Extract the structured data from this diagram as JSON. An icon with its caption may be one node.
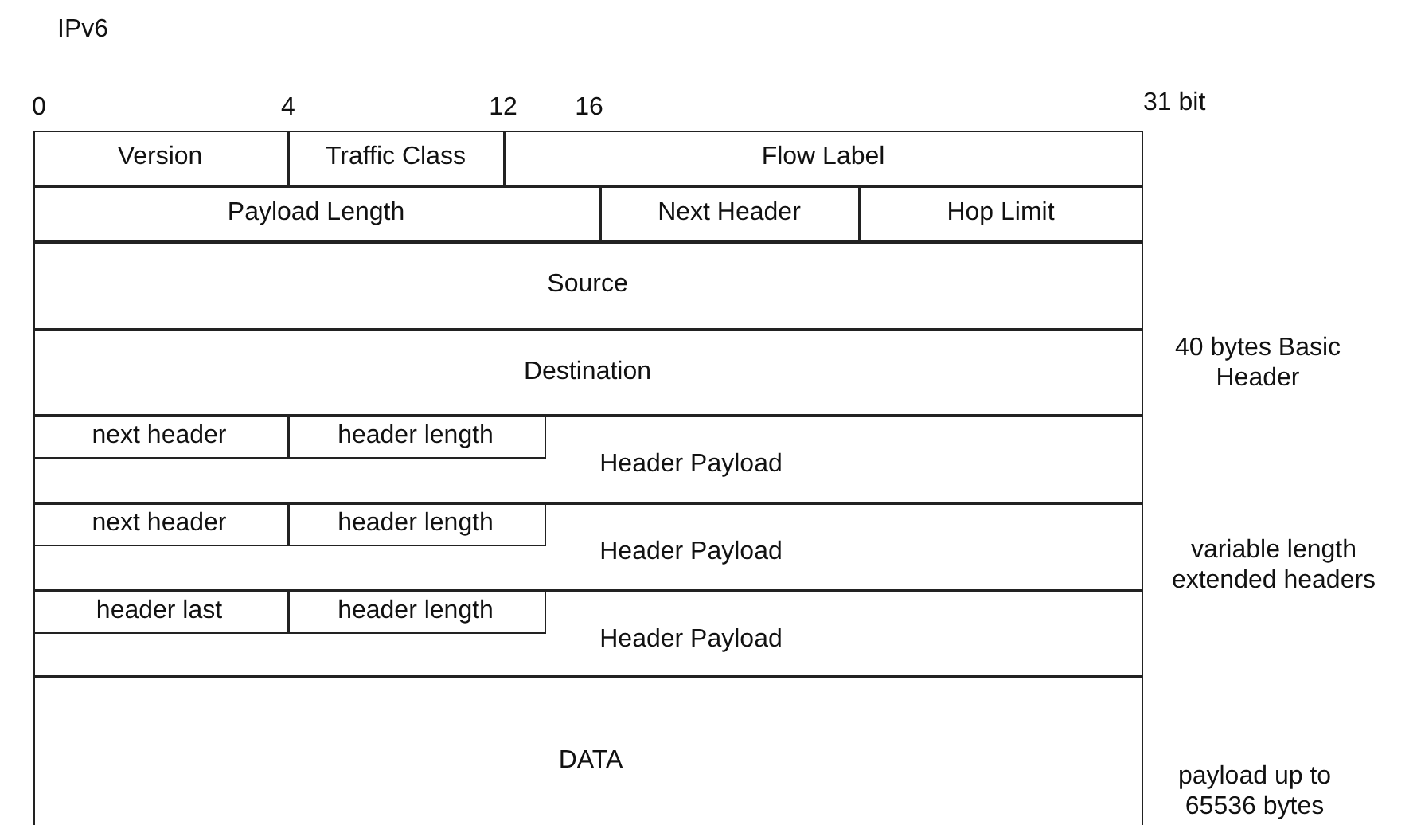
{
  "diagram": {
    "title": "IPv6",
    "nodes": [
      {
        "text": [
          "Version"
        ]
      },
      {
        "text": [
          "Traffic Class"
        ]
      },
      {
        "text": [
          "Flow Label"
        ]
      },
      {
        "text": [
          "Payload Length"
        ]
      },
      {
        "text": [
          "Next Header"
        ]
      },
      {
        "text": [
          "Hop Limit"
        ]
      },
      {
        "text": [
          "Source"
        ]
      },
      {
        "text": [
          "Destination"
        ]
      },
      {
        "text": [
          "Header Payload"
        ]
      },
      {
        "text": [
          "next header"
        ],
        "in": 8
      },
      {
        "text": [
          "header length"
        ],
        "in": 8
      },
      {
        "text": [
          "Header Payload"
        ]
      },
      {
        "text": [
          "next header"
        ],
        "in": 11
      },
      {
        "text": [
          "header length"
        ],
        "in": 11
      },
      {
        "text": [
          "Header Payload"
        ]
      },
      {
        "text": [
          "header last"
        ],
        "in": 14
      },
      {
        "text": [
          "header length"
        ],
        "in": 14
      },
      {
        "text": [
          "DATA"
        ]
      }
    ],
    "labels": [
      "0",
      "4",
      "12",
      "16",
      "31 bit",
      "40 bytes Basic Header",
      "variable length extended headers",
      "payload up to 65536 bytes"
    ]
  }
}
